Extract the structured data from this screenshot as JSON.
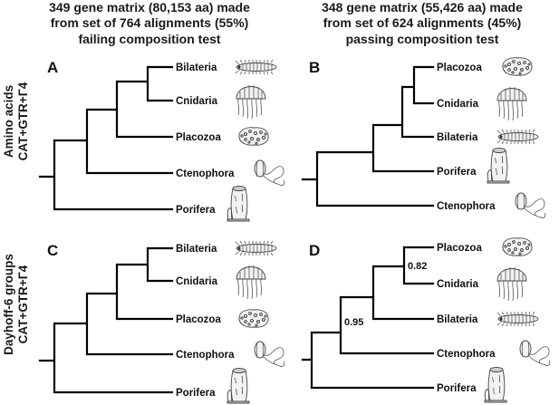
{
  "headers": {
    "left": [
      "349 gene matrix (80,153 aa) made",
      "from set of 764 alignments (55%)",
      "failing composition test"
    ],
    "right": [
      "348 gene matrix (55,426 aa) made",
      "from set of 624 alignments (45%)",
      "passing composition test"
    ]
  },
  "row_labels": {
    "top": [
      "Amino acids",
      "CAT+GTR+Γ4"
    ],
    "bottom": [
      "Dayhoff-6 groups",
      "CAT+GTR+Γ4"
    ]
  },
  "panels": {
    "A": {
      "letter": "A",
      "taxa": [
        "Bilateria",
        "Cnidaria",
        "Placozoa",
        "Ctenophora",
        "Porifera"
      ],
      "supports": []
    },
    "B": {
      "letter": "B",
      "taxa": [
        "Placozoa",
        "Cnidaria",
        "Bilateria",
        "Porifera",
        "Ctenophora"
      ],
      "supports": []
    },
    "C": {
      "letter": "C",
      "taxa": [
        "Bilateria",
        "Cnidaria",
        "Placozoa",
        "Ctenophora",
        "Porifera"
      ],
      "supports": []
    },
    "D": {
      "letter": "D",
      "taxa": [
        "Placozoa",
        "Cnidaria",
        "Bilateria",
        "Ctenophora",
        "Porifera"
      ],
      "supports": [
        "0.82",
        "0.95"
      ]
    }
  },
  "icons": {
    "Bilateria": "annelid-worm-icon",
    "Cnidaria": "jellyfish-icon",
    "Placozoa": "placozoan-icon",
    "Ctenophora": "comb-jelly-icon",
    "Porifera": "sponge-icon"
  }
}
